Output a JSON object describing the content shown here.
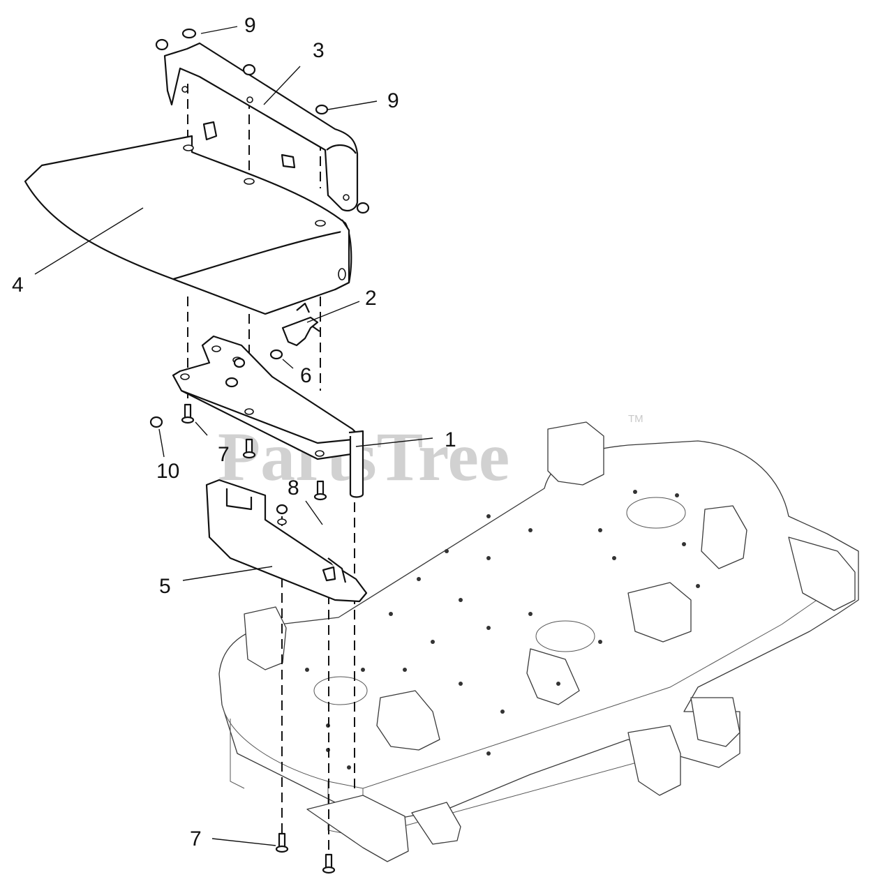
{
  "watermark": {
    "brand": "PartsTree",
    "trademark": "TM"
  },
  "callouts": [
    {
      "id": "9a",
      "label": "9"
    },
    {
      "id": "3",
      "label": "3"
    },
    {
      "id": "9b",
      "label": "9"
    },
    {
      "id": "4",
      "label": "4"
    },
    {
      "id": "2",
      "label": "2"
    },
    {
      "id": "6",
      "label": "6"
    },
    {
      "id": "1",
      "label": "1"
    },
    {
      "id": "7a",
      "label": "7"
    },
    {
      "id": "10",
      "label": "10"
    },
    {
      "id": "8",
      "label": "8"
    },
    {
      "id": "5",
      "label": "5"
    },
    {
      "id": "7b",
      "label": "7"
    }
  ]
}
